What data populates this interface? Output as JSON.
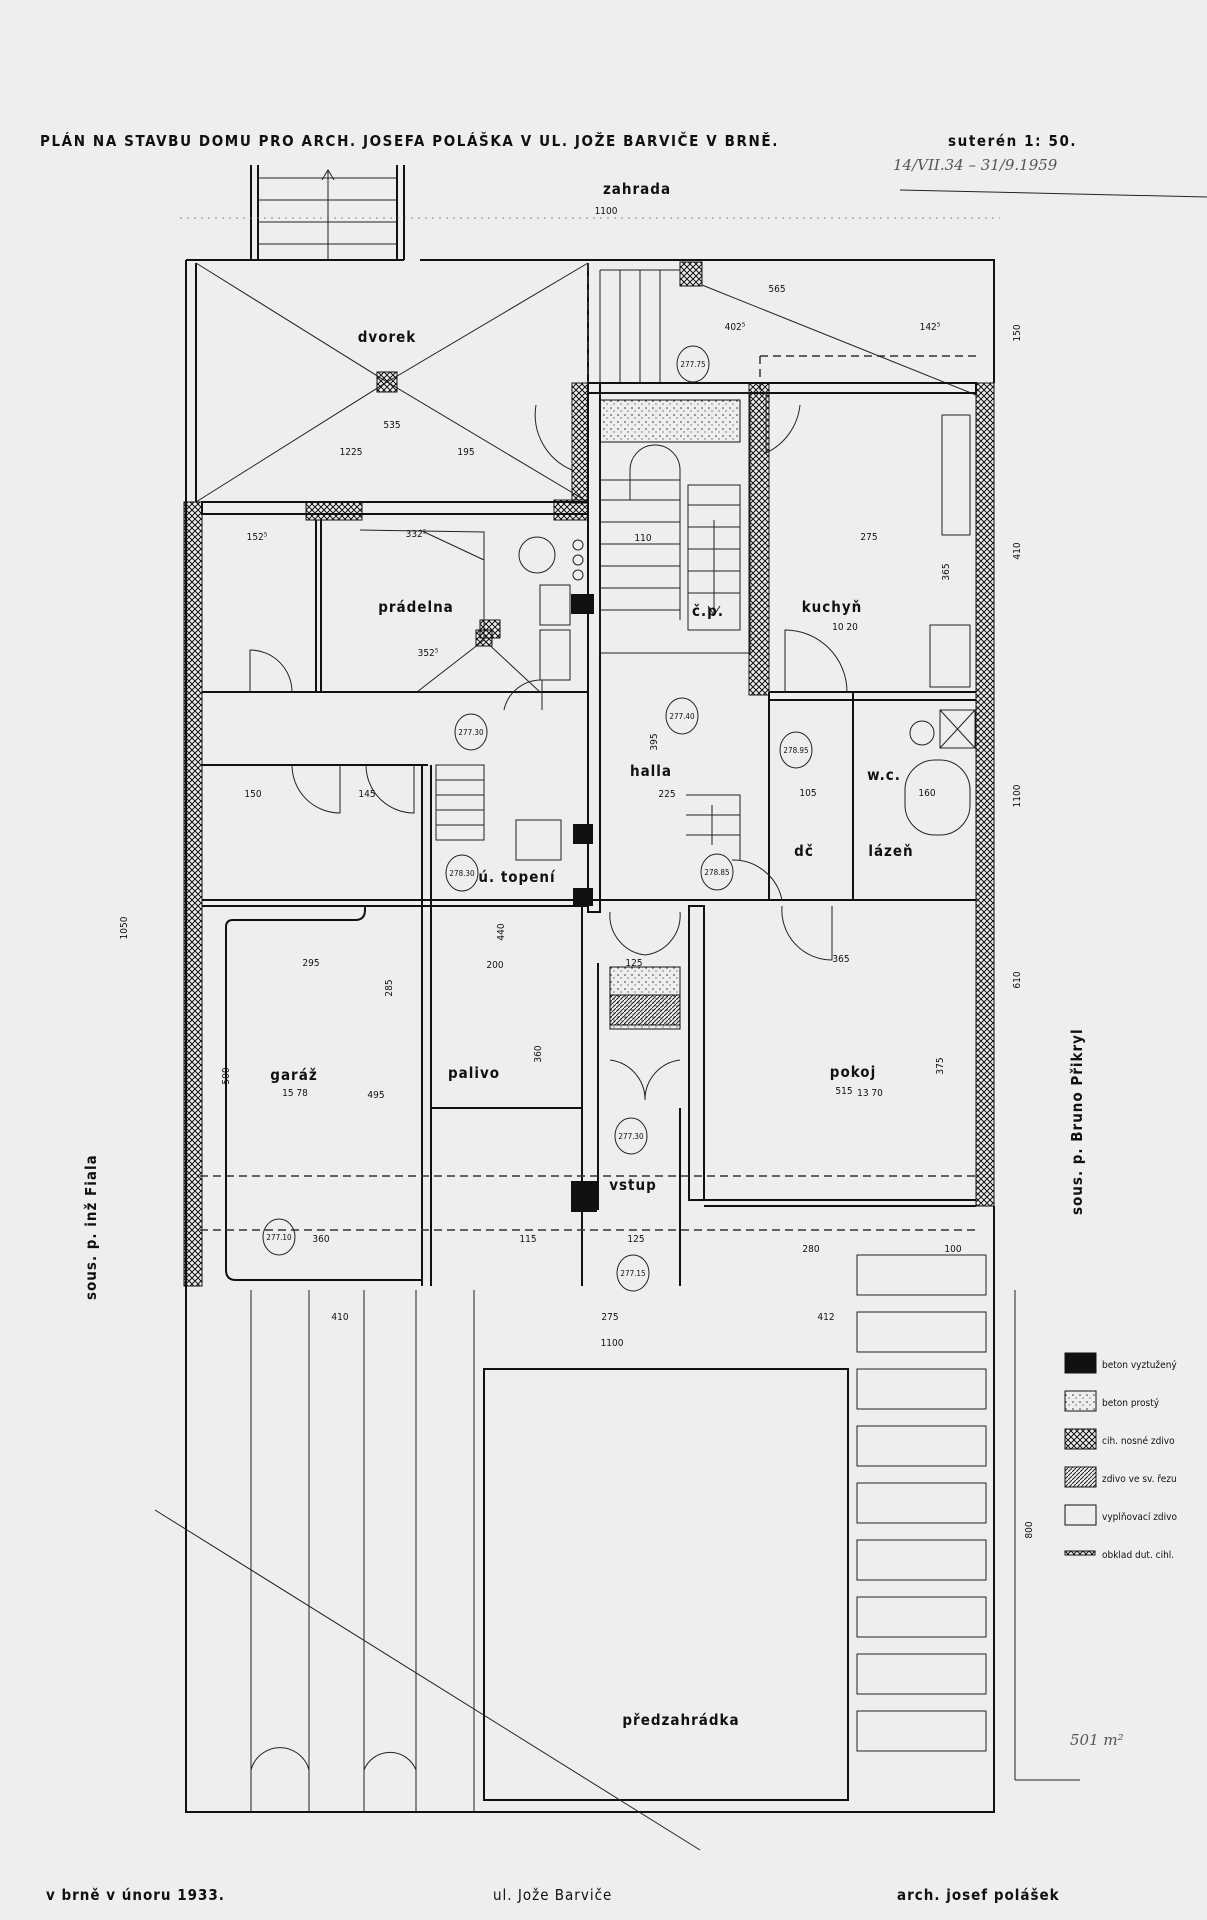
{
  "header": {
    "title": "PLÁN NA STAVBU DOMU PRO ARCH. JOSEFA POLÁŠKA V UL. JOŽE BARVIČE V BRNĚ.",
    "sheet": "suterén  1: 50.",
    "handwritten_date": "14/VII.34 – 31/9.1959"
  },
  "rooms": {
    "zahrada": "zahrada",
    "dvorek": "dvorek",
    "pradelna": "prádelna",
    "kuchyn": "kuchyň",
    "kuchyn_area": "10 20",
    "cp": "č.p.",
    "halla": "halla",
    "wc": "w.c.",
    "utopeni": "ú. topení",
    "dc": "dč",
    "lazen": "lázeň",
    "garaz": "garáž",
    "garaz_area": "15 78",
    "palivo": "palivo",
    "pokoj": "pokoj",
    "pokoj_area": "13 70",
    "vstup": "vstup",
    "predzahradka": "předzahrádka"
  },
  "neighbors": {
    "left": "sous. p. inž Fiala",
    "right": "sous. p. Bruno Přikryl"
  },
  "dimensions": [
    "1100",
    "565",
    "402⁵",
    "142⁵",
    "535",
    "1225",
    "195",
    "152⁵",
    "332⁵",
    "352⁵",
    "275",
    "365",
    "110",
    "395",
    "225",
    "150",
    "145",
    "295",
    "285",
    "495",
    "500",
    "200",
    "440",
    "360",
    "125",
    "365",
    "515",
    "375",
    "360",
    "115",
    "125",
    "280",
    "100",
    "410",
    "275",
    "412",
    "1100",
    "1050",
    "1100",
    "800",
    "150",
    "410",
    "610",
    "160",
    "105"
  ],
  "levels": [
    "277.75",
    "277.30",
    "277.40",
    "278.95",
    "278.30",
    "278.85",
    "277.30",
    "277.10",
    "277.15"
  ],
  "legend": [
    {
      "label": "beton vyztužený",
      "swatch": "solid"
    },
    {
      "label": "beton prostý",
      "swatch": "dotted"
    },
    {
      "label": "cih. nosné zdivo",
      "swatch": "crosshatch"
    },
    {
      "label": "zdivo ve sv. řezu",
      "swatch": "diagonal"
    },
    {
      "label": "vyplňovací zdivo",
      "swatch": "empty"
    },
    {
      "label": "obklad dut. cihl.",
      "swatch": "line"
    }
  ],
  "footer": {
    "place_date": "v brně v únoru 1933.",
    "street": "ul. Jože Barviče",
    "architect": "arch. josef polášek"
  },
  "handwritten_area": "501 m²",
  "colors": {
    "paper": "#eeeeee",
    "ink": "#111111"
  }
}
